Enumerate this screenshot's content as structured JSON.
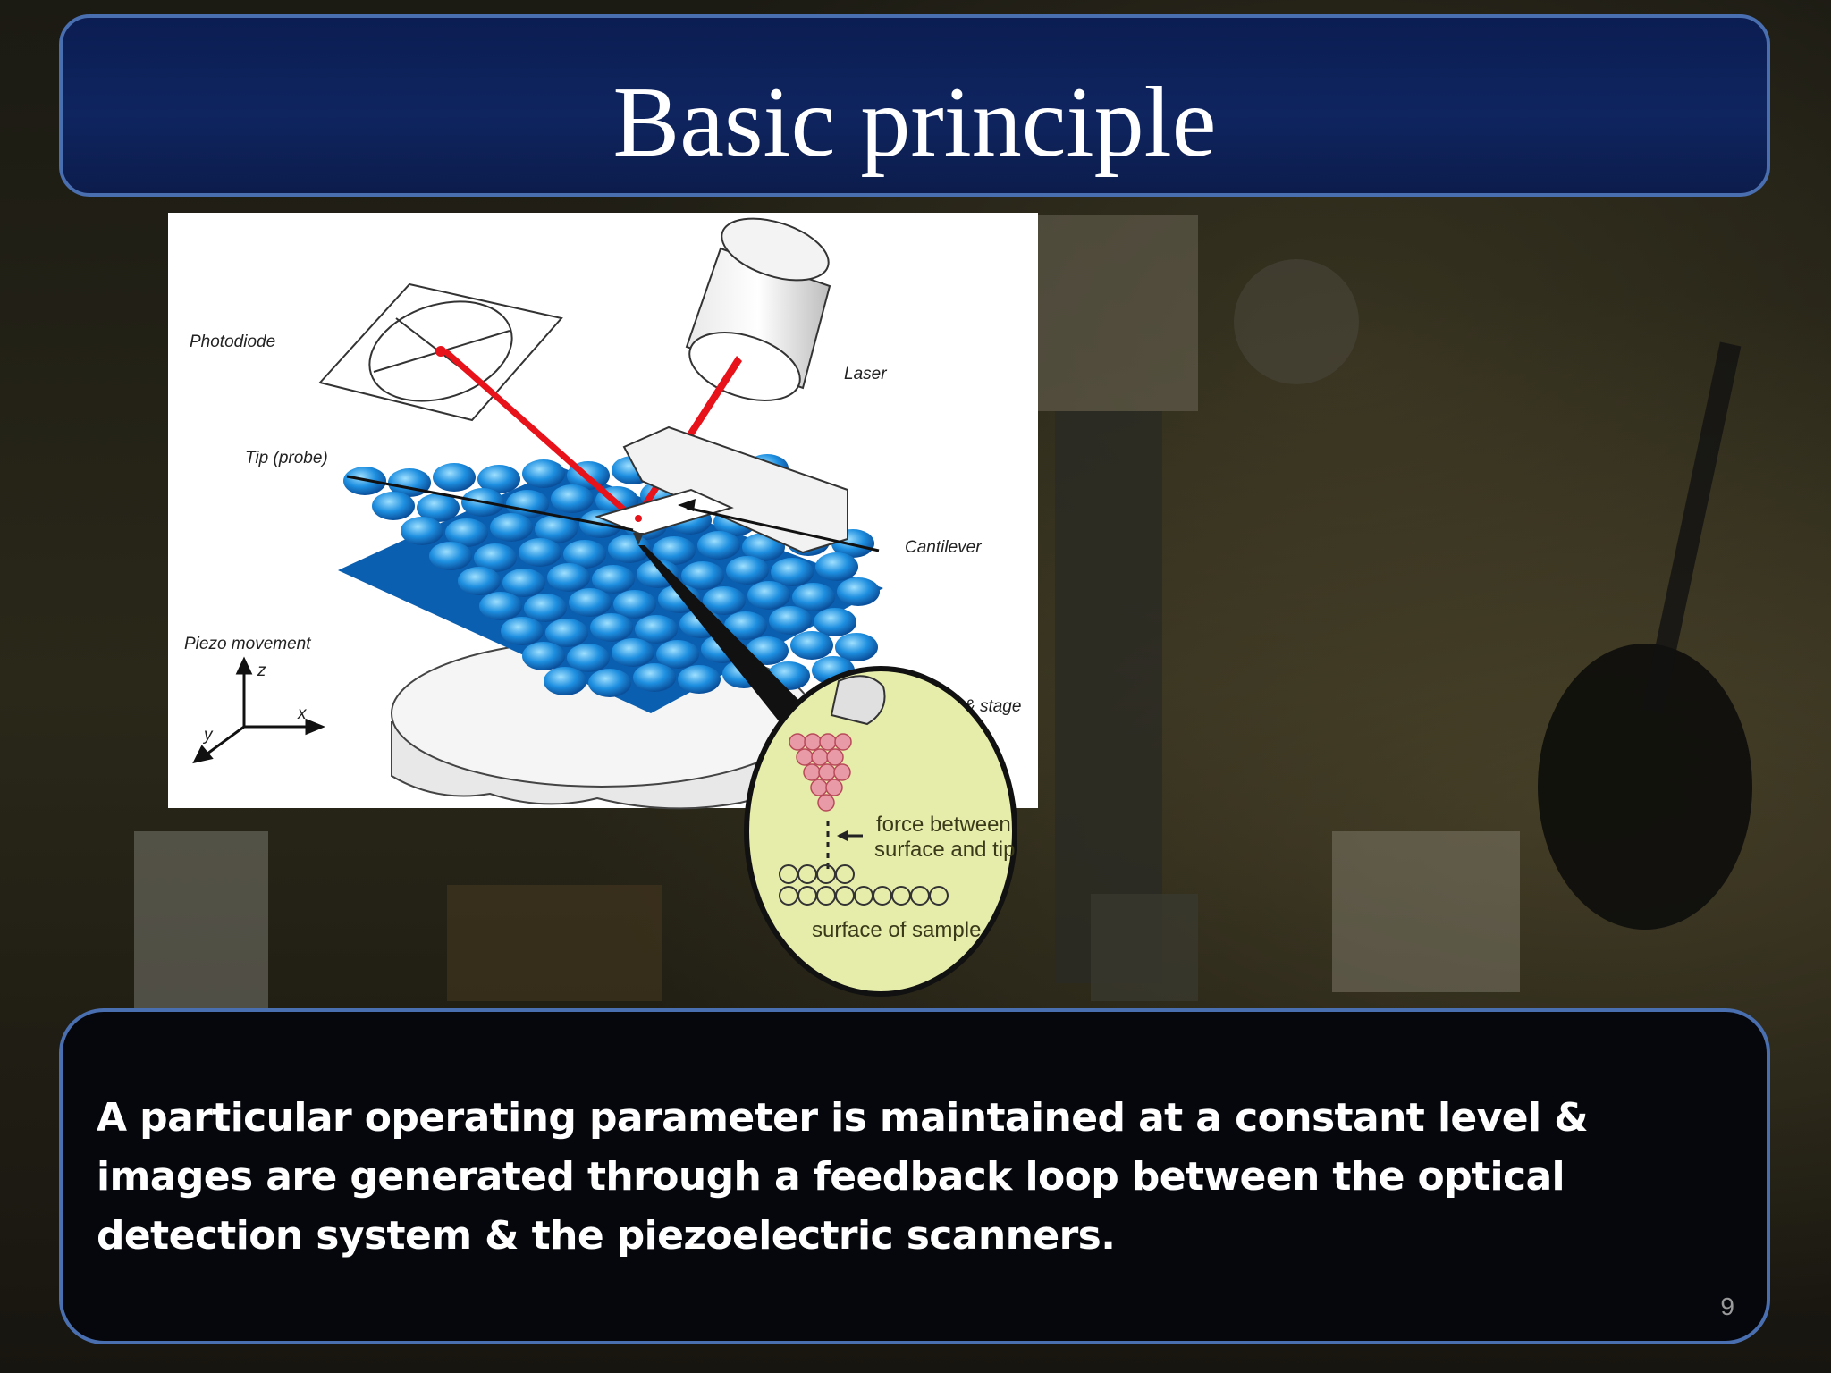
{
  "slide": {
    "title": "Basic principle",
    "body": "A particular operating parameter is maintained at a constant level & images are generated through a feedback loop between the optical detection system & the piezoelectric scanners.",
    "page_number": "9"
  },
  "diagram": {
    "labels": {
      "photodiode": "Photodiode",
      "laser": "Laser",
      "tip": "Tip (probe)",
      "cantilever": "Cantilever",
      "piezo": "Piezo movement",
      "stage": "& stage",
      "axis_x": "x",
      "axis_y": "y",
      "axis_z": "z"
    },
    "inset": {
      "force_line1": "force between",
      "force_line2": "surface and tip",
      "surface": "surface of sample"
    }
  },
  "colors": {
    "title_bg": "#0f2560",
    "box_border": "#4a6fb0",
    "laser_beam": "#e8121a",
    "sample_surface": "#1e8fe0",
    "inset_bg": "#e6ecaa",
    "tip_atoms": "#e89aa6"
  }
}
